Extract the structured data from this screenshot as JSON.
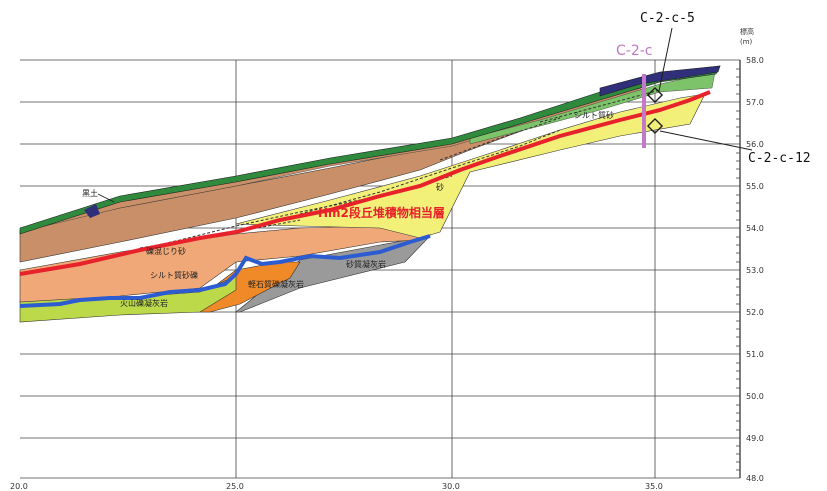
{
  "x_axis": {
    "ticks": [
      "20.0",
      "25.0",
      "30.0",
      "35.0"
    ]
  },
  "y_axis": {
    "title": "標高",
    "unit": "(m)",
    "ticks": [
      "58.0",
      "57.0",
      "56.0",
      "55.0",
      "54.0",
      "53.0",
      "52.0",
      "51.0",
      "50.0",
      "49.0",
      "48.0"
    ]
  },
  "borehole": {
    "label": "C-2-c",
    "color": "#c279c8"
  },
  "callouts": {
    "upper": "C-2-c-5",
    "lower": "C-2-c-12"
  },
  "highlight": {
    "label": "Hm2段丘堆積物相当層",
    "color": "#e8222b"
  },
  "layers": {
    "topsoil": "黒土",
    "sand": "砂",
    "silty_sand_top": "シルト質砂",
    "gravelly_sand": "礫混じり砂",
    "silty_sandy_gravel": "シルト質砂礫",
    "sandy_tuff": "砂質凝灰岩",
    "lapilli_tuff_orange": "軽石質礫凝灰岩",
    "volcanic_breccia_tuff": "火山礫凝灰岩"
  },
  "colors": {
    "topsoil": "#2f2f7a",
    "green_band": "#2f8a3e",
    "light_green": "#7cc36a",
    "brown": "#c98f68",
    "yellow": "#f3f07a",
    "salmon": "#f0a878",
    "orange": "#f08a28",
    "lime": "#bcd94a",
    "gray": "#9a9a9a",
    "red_line": "#e8222b",
    "blue_line": "#2d5bd0"
  }
}
